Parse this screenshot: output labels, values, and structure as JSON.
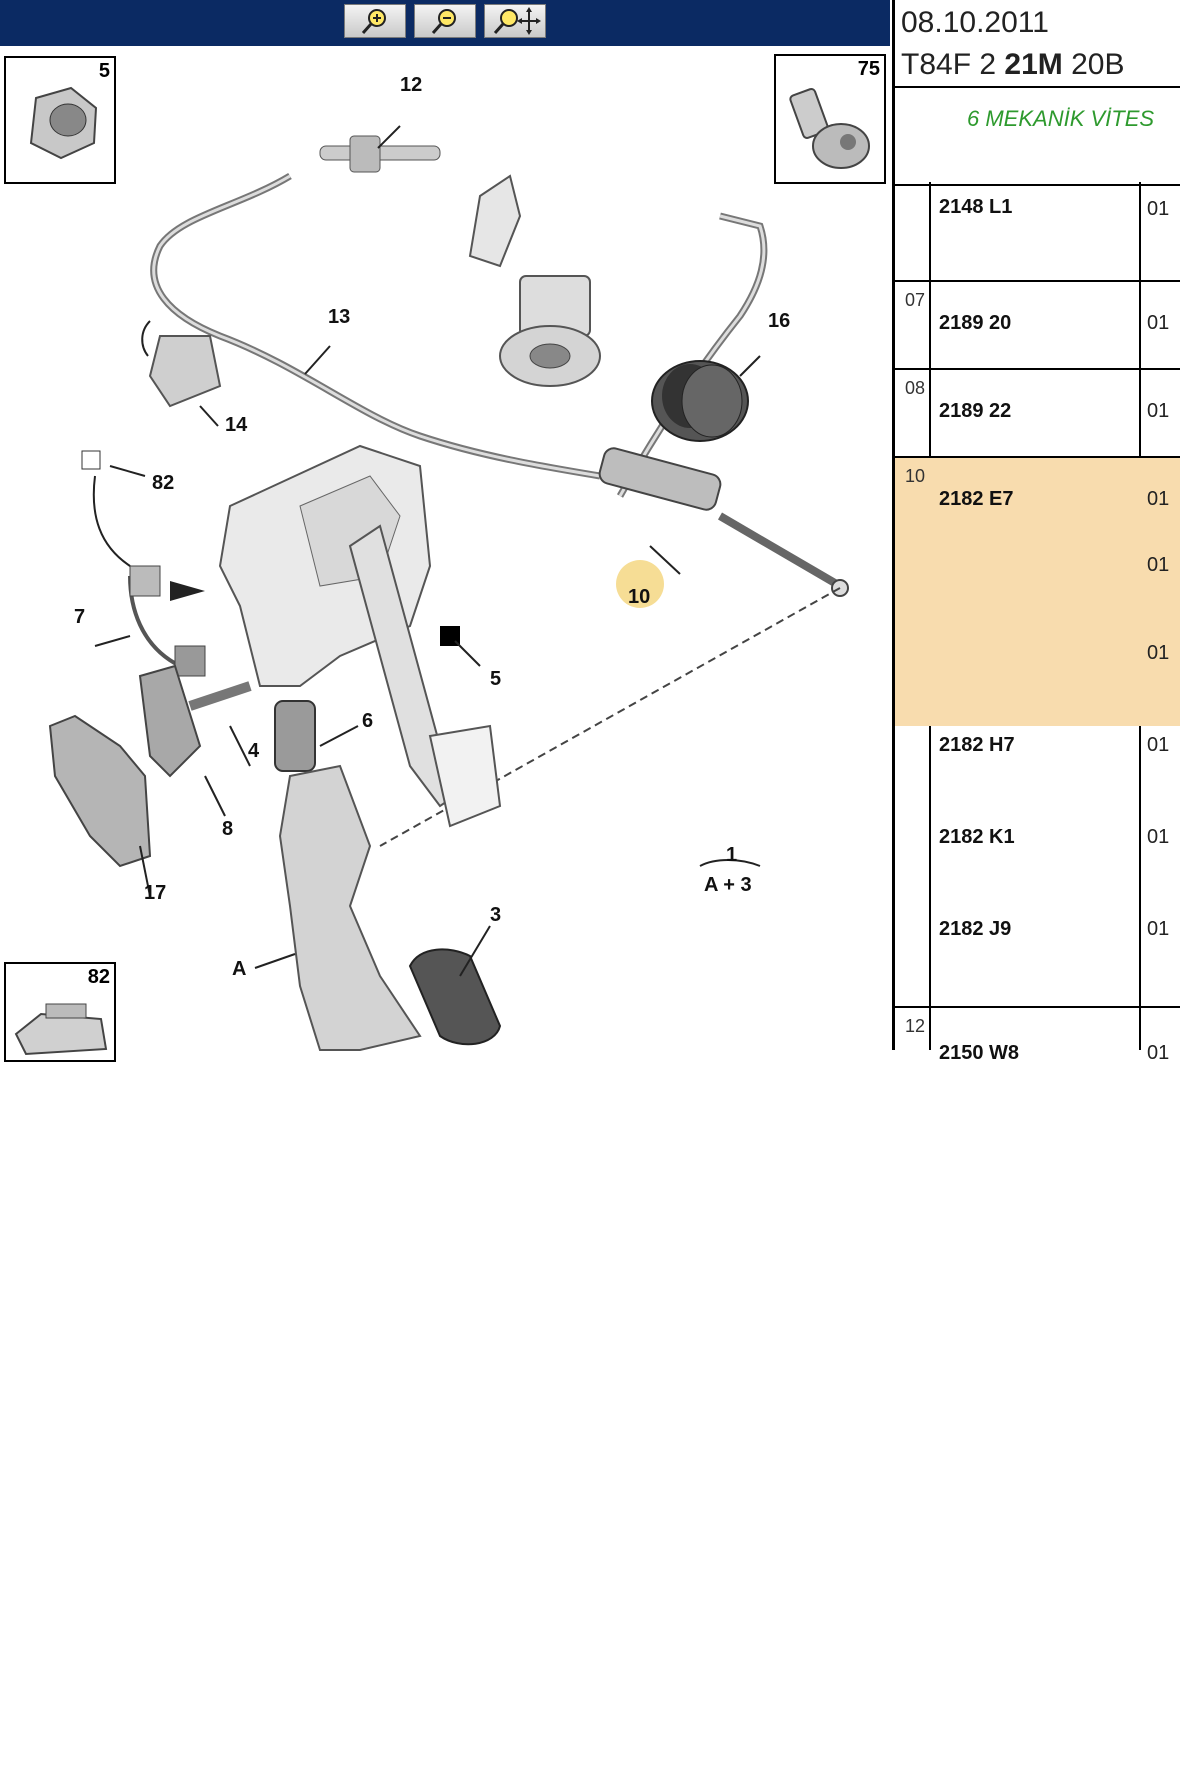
{
  "toolbar": {
    "buttons": [
      {
        "name": "zoom-in-icon"
      },
      {
        "name": "zoom-out-icon"
      },
      {
        "name": "zoom-pan-icon"
      }
    ]
  },
  "diagram": {
    "callouts": {
      "c12": "12",
      "c13": "13",
      "c14": "14",
      "c16": "16",
      "c82": "82",
      "c7": "7",
      "c10": "10",
      "c5": "5",
      "c6": "6",
      "c4": "4",
      "c8": "8",
      "c17": "17",
      "c1": "1",
      "cA3": "A + 3",
      "c3": "3",
      "cA": "A"
    },
    "insets": {
      "top_left": "5",
      "top_right": "75",
      "bottom_left": "82"
    }
  },
  "side": {
    "date": "08.10.2011",
    "code_a": "T84F 2",
    "code_b": "21M",
    "code_c": "20B",
    "description": "6 MEKANİK VİTES"
  },
  "rows": [
    {
      "pos": "",
      "refs": [
        "2148 L1"
      ],
      "qtys": [
        "01"
      ]
    },
    {
      "pos": "07",
      "refs": [
        "2189 20"
      ],
      "qtys": [
        "01"
      ]
    },
    {
      "pos": "08",
      "refs": [
        "2189 22"
      ],
      "qtys": [
        "01"
      ]
    },
    {
      "pos": "10",
      "refs": [
        "2182 E7",
        "",
        ""
      ],
      "qtys": [
        "01",
        "01",
        "01"
      ]
    },
    {
      "pos": "",
      "refs": [
        "2182 H7",
        "2182 K1",
        "2182 J9"
      ],
      "qtys": [
        "01",
        "01",
        "01"
      ]
    },
    {
      "pos": "12",
      "refs": [
        "2150 W8"
      ],
      "qtys": [
        "01"
      ]
    }
  ]
}
